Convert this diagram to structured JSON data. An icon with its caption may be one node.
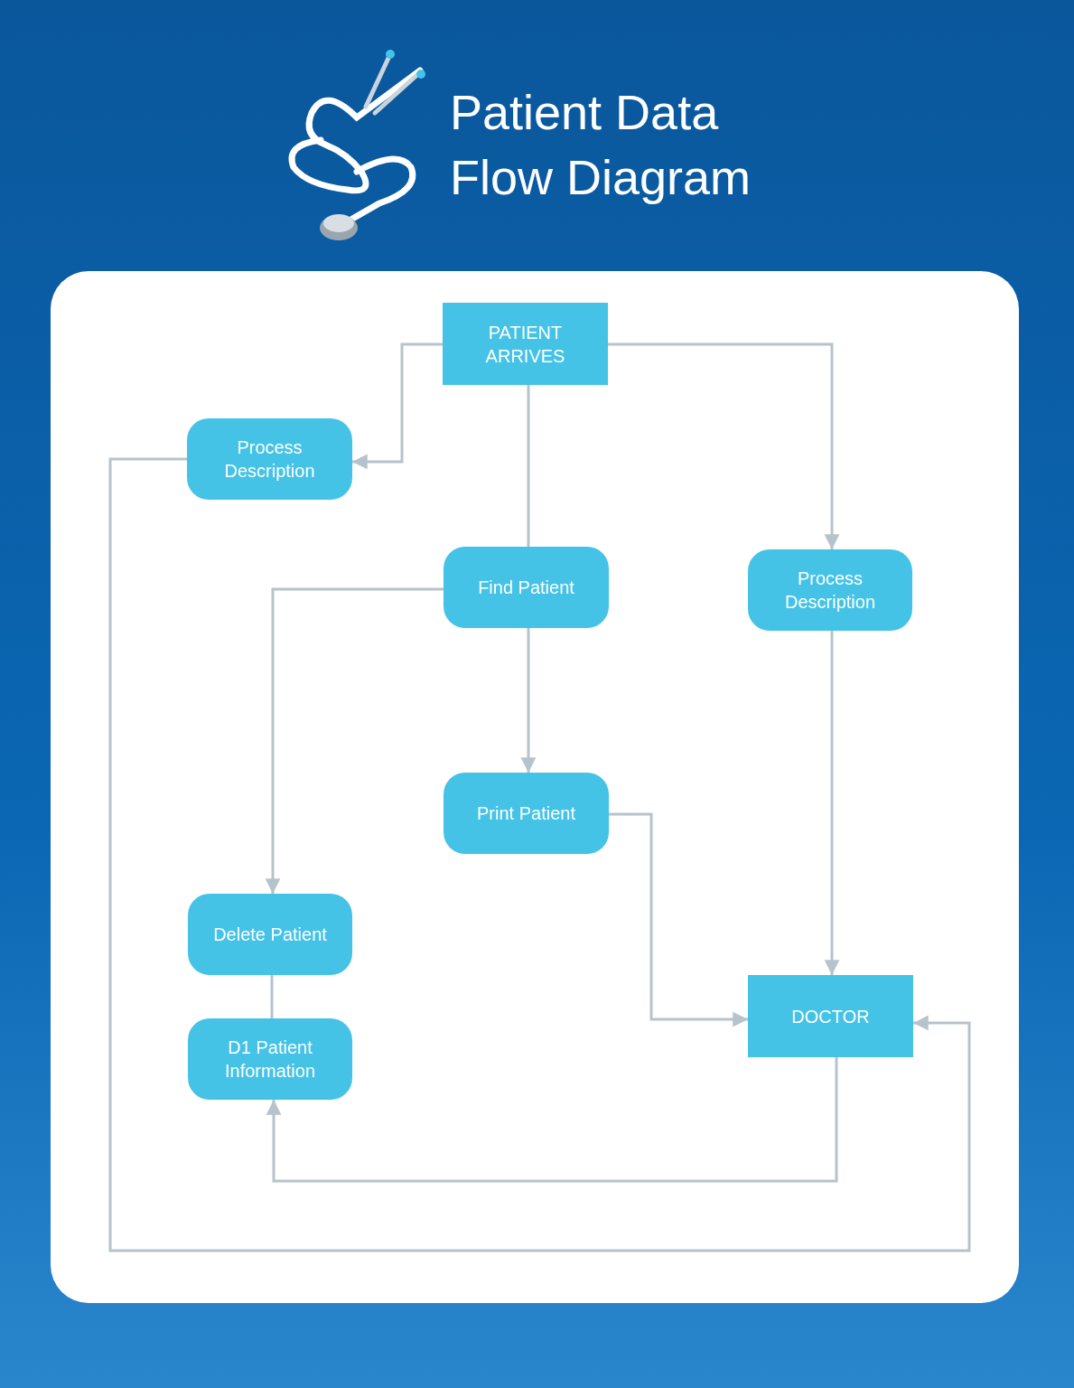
{
  "diagram": {
    "title": "Patient Data Flow Diagram",
    "nodes": [
      {
        "text": [
          "PATIENT ARRIVES"
        ]
      },
      {
        "text": [
          "Process Description"
        ]
      },
      {
        "text": [
          "Find Patient"
        ]
      },
      {
        "text": [
          "Process Description"
        ]
      },
      {
        "text": [
          "Print Patient"
        ]
      },
      {
        "text": [
          "Delete Patient"
        ]
      },
      {
        "text": [
          "D1 Patient Information"
        ]
      },
      {
        "text": [
          "DOCTOR"
        ]
      }
    ],
    "edges": [
      {
        "from": 0,
        "to": 1,
        "arrow": "to"
      },
      {
        "from": 0,
        "to": 2,
        "arrow": "none"
      },
      {
        "from": 0,
        "to": 3,
        "arrow": "to"
      },
      {
        "from": 2,
        "to": 4,
        "arrow": "to"
      },
      {
        "from": 2,
        "to": 5,
        "arrow": "to"
      },
      {
        "from": 3,
        "to": 7,
        "arrow": "to"
      },
      {
        "from": 4,
        "to": 7,
        "arrow": "to"
      },
      {
        "from": 5,
        "to": 6,
        "arrow": "none"
      },
      {
        "from": 7,
        "to": 6,
        "arrow": "to"
      },
      {
        "from": 1,
        "to": 7,
        "arrow": "to"
      }
    ]
  }
}
